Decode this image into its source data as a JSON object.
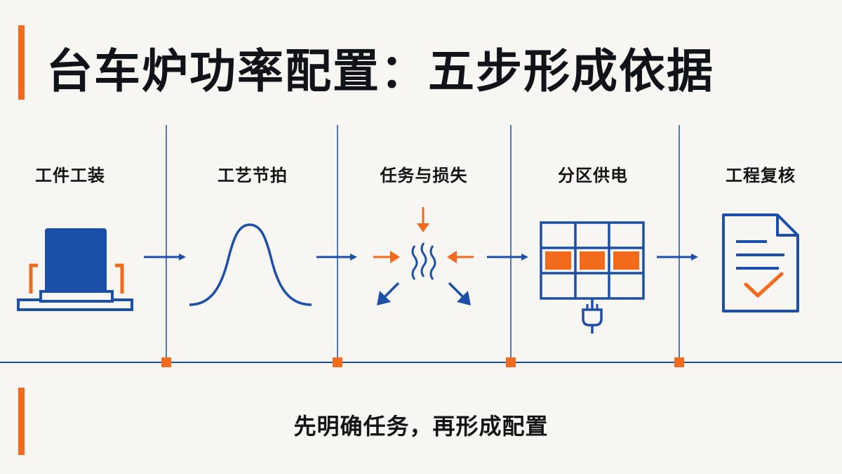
{
  "title": "台车炉功率配置：五步形成依据",
  "steps": [
    {
      "label": "工件工装",
      "icon": "workpiece-fixture-icon"
    },
    {
      "label": "工艺节拍",
      "icon": "process-curve-icon"
    },
    {
      "label": "任务与损失",
      "icon": "heat-loss-icon"
    },
    {
      "label": "分区供电",
      "icon": "zoned-power-grid-icon"
    },
    {
      "label": "工程复核",
      "icon": "checklist-document-icon"
    }
  ],
  "footer": "先明确任务，再形成配置",
  "colors": {
    "blue": "#1c4fa8",
    "orange": "#f26a1b",
    "text": "#141414",
    "background": "#f7f6f2"
  }
}
